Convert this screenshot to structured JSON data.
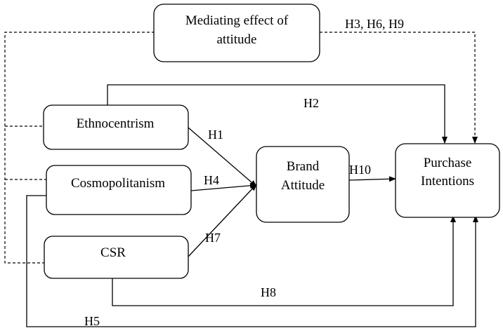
{
  "nodes": {
    "mediating": {
      "line1": "Mediating  effect of",
      "line2": "attitude"
    },
    "ethnocentrism": {
      "label": "Ethnocentrism"
    },
    "cosmopolitanism": {
      "label": "Cosmopolitanism"
    },
    "csr": {
      "label": "CSR"
    },
    "brand_attitude": {
      "line1": "Brand",
      "line2": "Attitude"
    },
    "purchase_intentions": {
      "line1": "Purchase",
      "line2": "Intentions"
    }
  },
  "hypotheses": {
    "h1": "H1",
    "h2": "H2",
    "h369": "H3, H6, H9",
    "h4": "H4",
    "h5": "H5",
    "h7": "H7",
    "h8": "H8",
    "h10": "H10"
  }
}
